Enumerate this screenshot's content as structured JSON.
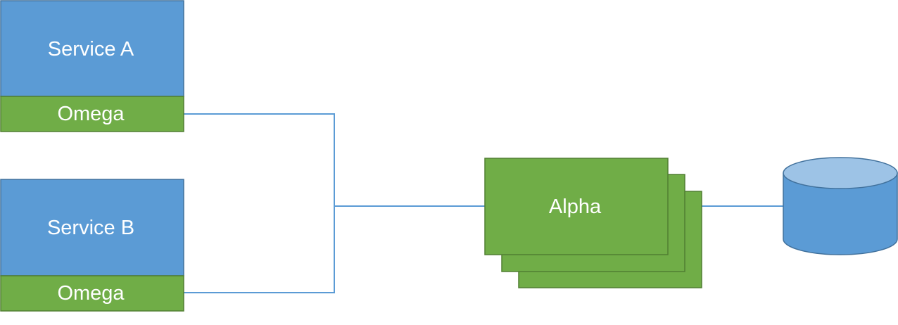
{
  "diagram": {
    "service_a": {
      "label": "Service A",
      "sidecar_label": "Omega"
    },
    "service_b": {
      "label": "Service B",
      "sidecar_label": "Omega"
    },
    "alpha": {
      "label": "Alpha",
      "instances": 3
    },
    "database": {
      "label": ""
    },
    "colors": {
      "service_fill": "#5b9bd5",
      "service_stroke": "#41719c",
      "sidecar_fill": "#70ad47",
      "sidecar_stroke": "#507e32",
      "connector": "#5b9bd5",
      "database_fill": "#5b9bd5",
      "database_top": "#9dc3e6"
    }
  }
}
